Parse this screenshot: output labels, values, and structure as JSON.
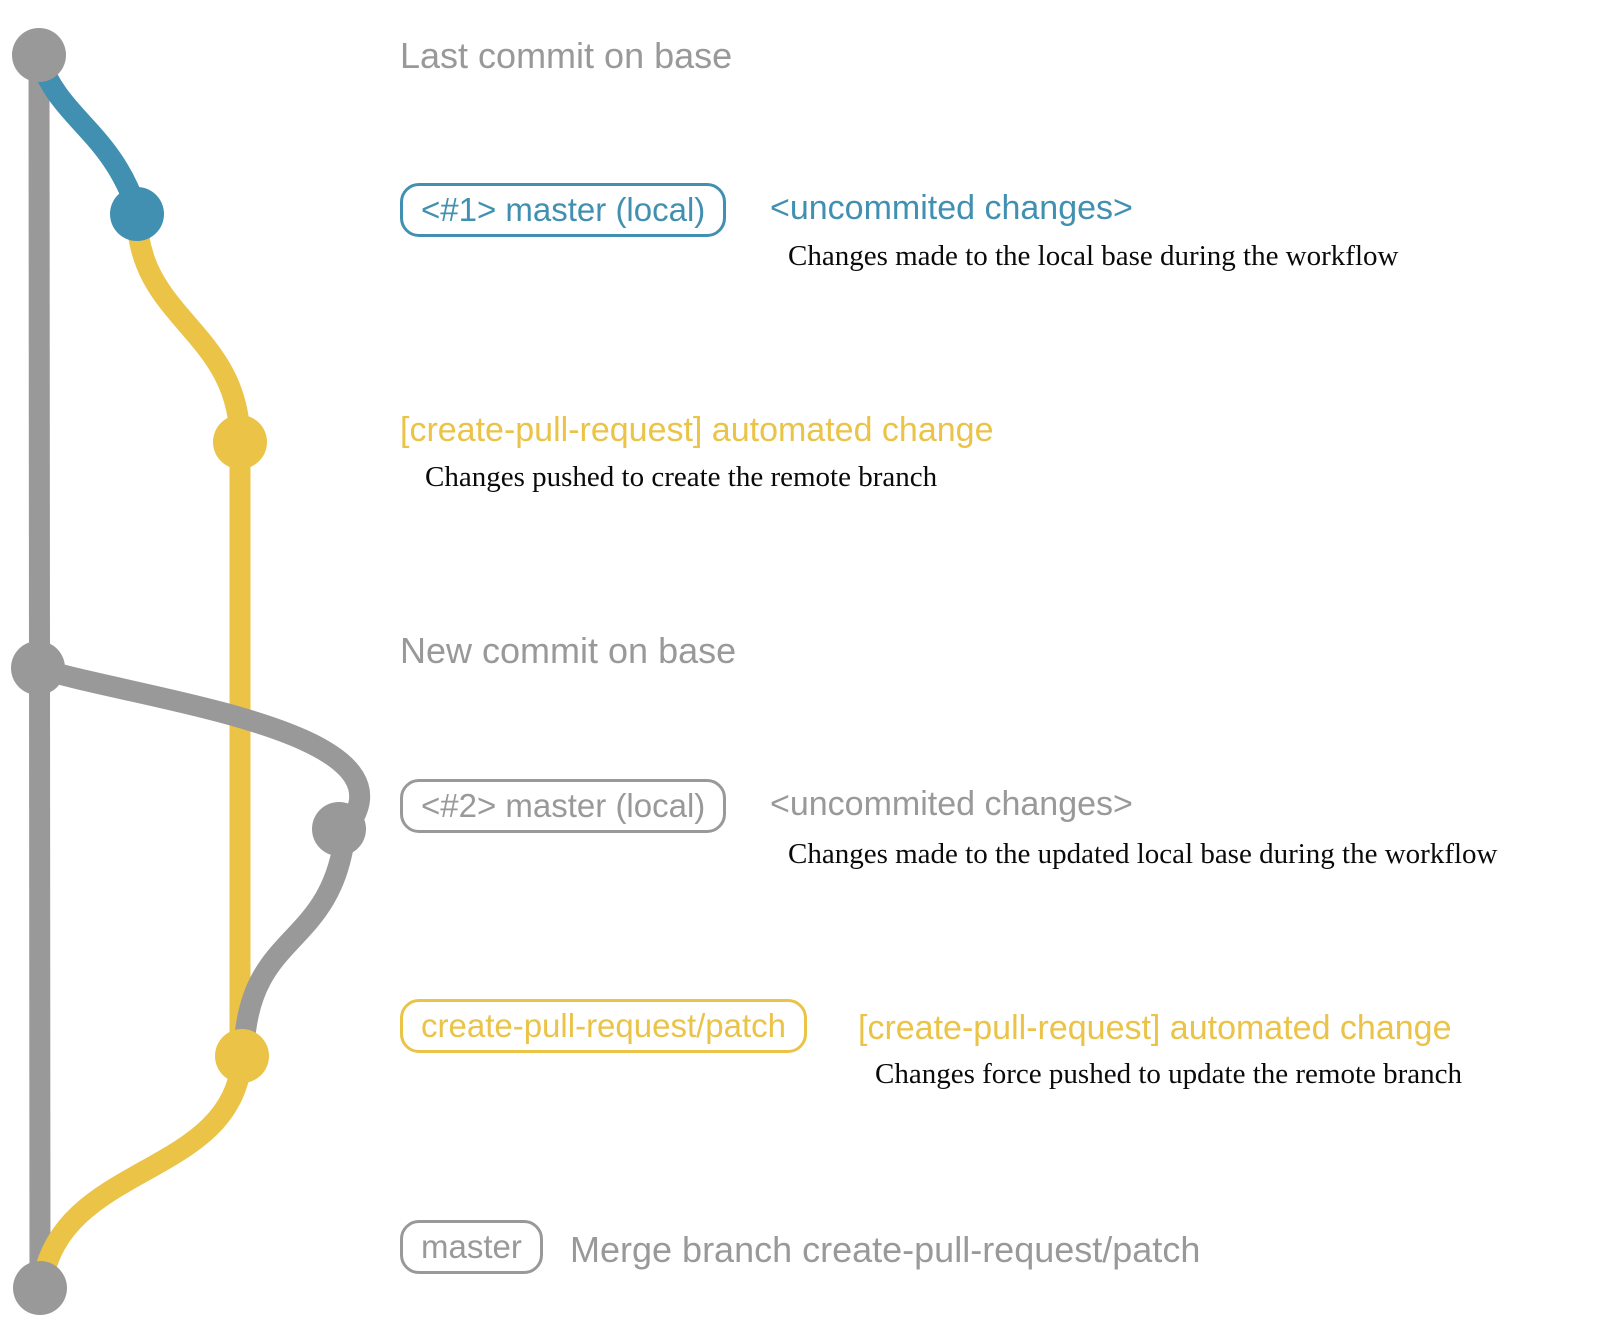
{
  "colors": {
    "gray": "#999999",
    "blue": "#4190B2",
    "yellow": "#EAC347",
    "ink": "#0a0a0a",
    "bg": "#ffffff"
  },
  "graph": {
    "nodes": [
      {
        "id": "last-commit-on-base",
        "color": "gray"
      },
      {
        "id": "local-master-commit-1",
        "color": "blue"
      },
      {
        "id": "patch-branch-commit-1",
        "color": "yellow"
      },
      {
        "id": "new-commit-on-base",
        "color": "gray"
      },
      {
        "id": "local-master-commit-2",
        "color": "gray"
      },
      {
        "id": "patch-branch-commit-2",
        "color": "yellow"
      },
      {
        "id": "merge-commit",
        "color": "gray"
      }
    ]
  },
  "rows": {
    "row1": {
      "heading": "Last commit on base"
    },
    "row2": {
      "badge": "<#1> master (local)",
      "title": "<uncommited changes>",
      "desc": "Changes made to the local base during the workflow"
    },
    "row3": {
      "title": "[create-pull-request] automated change",
      "desc": "Changes pushed to create the remote branch"
    },
    "row4": {
      "heading": "New commit on base"
    },
    "row5": {
      "badge": "<#2> master (local)",
      "title": "<uncommited changes>",
      "desc": "Changes made to the updated local base during the workflow"
    },
    "row6": {
      "badge": "create-pull-request/patch",
      "title": "[create-pull-request] automated change",
      "desc": "Changes force pushed to update the remote branch"
    },
    "row7": {
      "badge": "master",
      "title": "Merge branch create-pull-request/patch"
    }
  }
}
